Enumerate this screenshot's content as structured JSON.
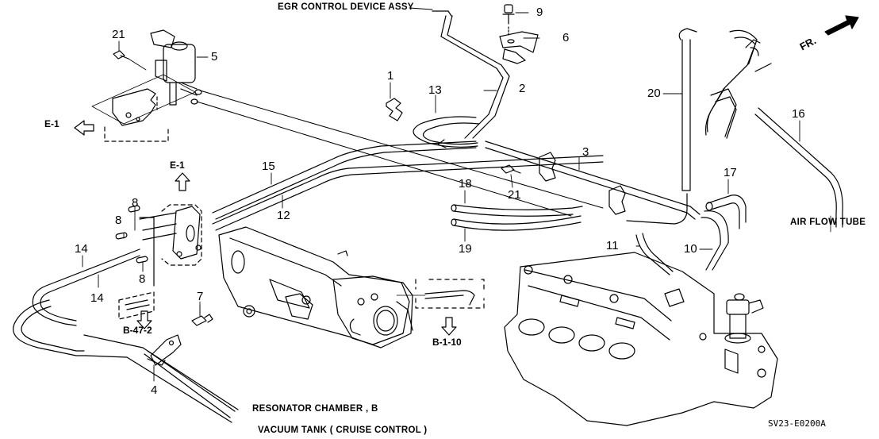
{
  "diagram": {
    "code": "SV23-E0200A",
    "direction_marker": "FR.",
    "captions": {
      "egr": "EGR CONTROL DEVICE ASSY",
      "air_flow": "AIR FLOW TUBE",
      "resonator": "RESONATOR CHAMBER , B",
      "vacuum_tank": "VACUUM TANK ( CRUISE CONTROL )"
    },
    "refs": {
      "e1_left": "E-1",
      "e1_top": "E-1",
      "b47": "B-47-2",
      "b110": "B-1-10"
    },
    "part_numbers": {
      "p1": "1",
      "p2": "2",
      "p3": "3",
      "p4": "4",
      "p5": "5",
      "p6": "6",
      "p7": "7",
      "p8a": "8",
      "p8b": "8",
      "p8c": "8",
      "p9": "9",
      "p10": "10",
      "p11": "11",
      "p12": "12",
      "p13": "13",
      "p14a": "14",
      "p14b": "14",
      "p15": "15",
      "p16": "16",
      "p17": "17",
      "p18": "18",
      "p19": "19",
      "p20": "20",
      "p21a": "21",
      "p21b": "21"
    },
    "colors": {
      "ink": "#000000",
      "paper": "#ffffff"
    }
  }
}
